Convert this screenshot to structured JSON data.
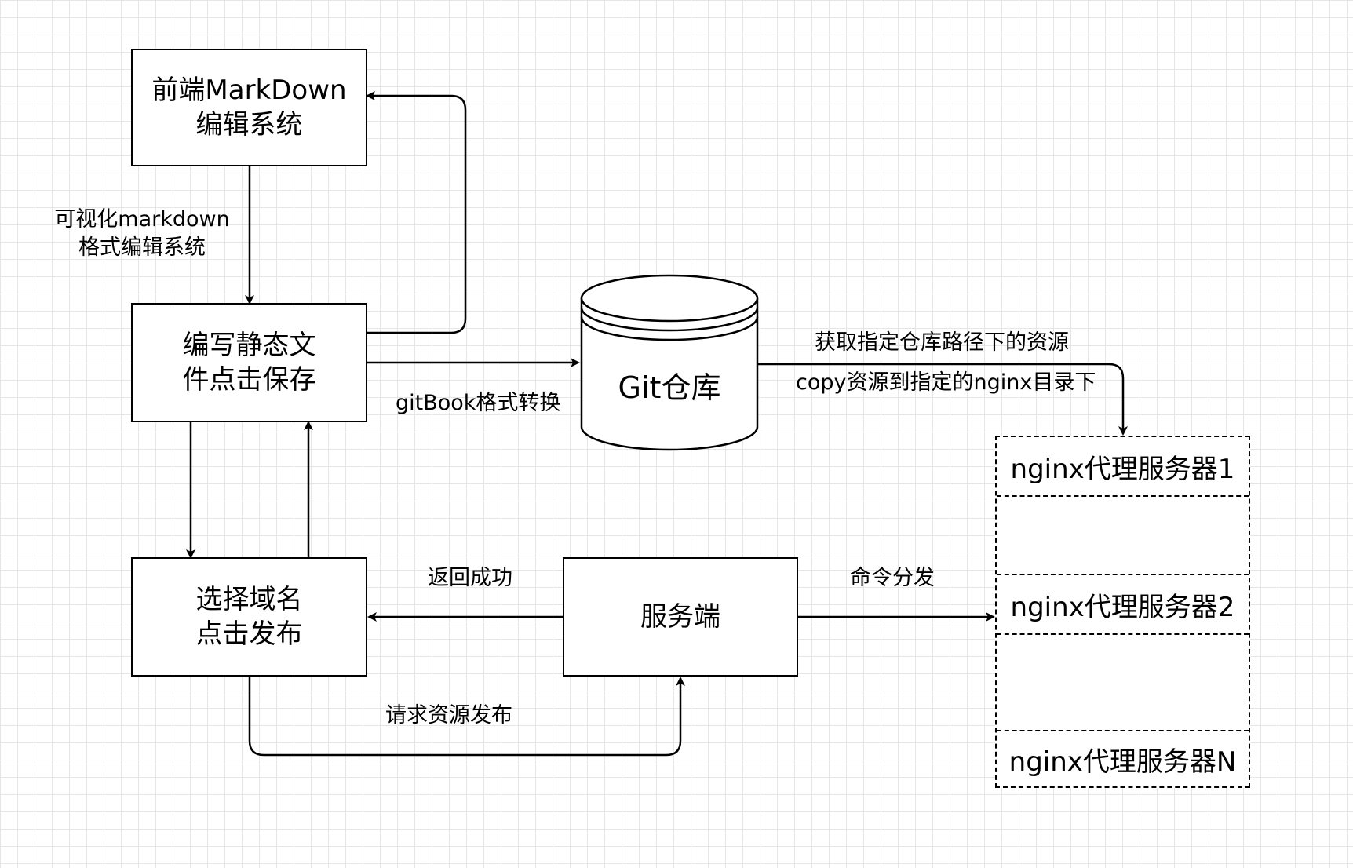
{
  "nodes": {
    "frontend_editor": {
      "lines": [
        "前端MarkDown",
        "编辑系统"
      ]
    },
    "write_save": {
      "lines": [
        "编写静态文",
        "件点击保存"
      ]
    },
    "select_publish": {
      "lines": [
        "选择域名",
        "点击发布"
      ]
    },
    "server": {
      "label": "服务端"
    },
    "git_repo": {
      "label": "Git仓库"
    }
  },
  "nginx_stack": {
    "servers": [
      "nginx代理服务器1",
      "nginx代理服务器2",
      "nginx代理服务器N"
    ]
  },
  "edge_labels": {
    "visual_editor": [
      "可视化markdown",
      "格式编辑系统"
    ],
    "gitbook_convert": "gitBook格式转换",
    "fetch_resources": "获取指定仓库路径下的资源",
    "copy_resources": "copy资源到指定的nginx目录下",
    "return_success": "返回成功",
    "command_dispatch": "命令分发",
    "request_publish": "请求资源发布"
  }
}
